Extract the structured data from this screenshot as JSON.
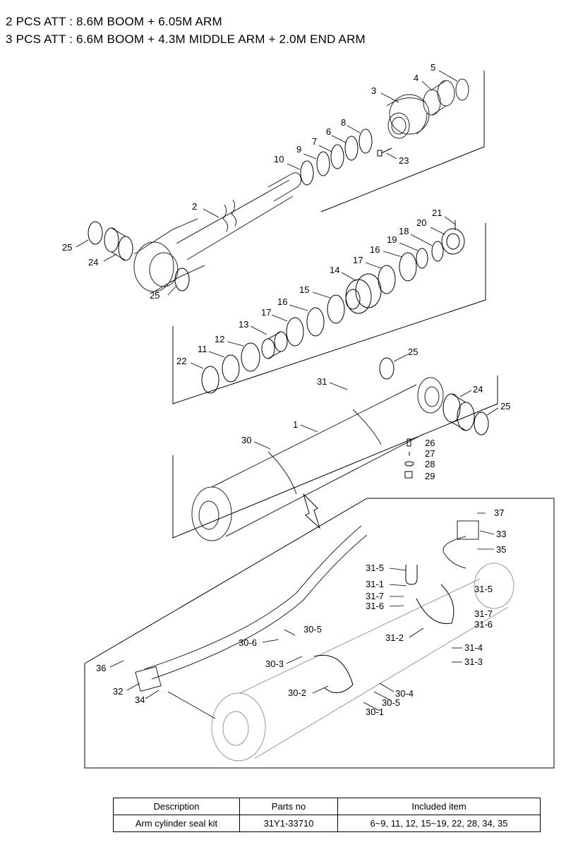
{
  "header": {
    "line1": "2 PCS ATT : 8.6M BOOM + 6.05M ARM",
    "line2": "3 PCS ATT : 6.6M BOOM + 4.3M MIDDLE ARM + 2.0M END ARM"
  },
  "callouts": {
    "c1": "1",
    "c2": "2",
    "c3": "3",
    "c4": "4",
    "c5": "5",
    "c6": "6",
    "c7": "7",
    "c8": "8",
    "c9": "9",
    "c10": "10",
    "c11": "11",
    "c12": "12",
    "c13": "13",
    "c14": "14",
    "c15": "15",
    "c16": "16",
    "c16b": "16",
    "c17": "17",
    "c17b": "17",
    "c18": "18",
    "c19": "19",
    "c20": "20",
    "c21": "21",
    "c22": "22",
    "c23": "23",
    "c24": "24",
    "c24b": "24",
    "c25": "25",
    "c25b": "25",
    "c25c": "25",
    "c25d": "25",
    "c26": "26",
    "c27": "27",
    "c28": "28",
    "c29": "29",
    "c30": "30",
    "c31": "31",
    "c32": "32",
    "c33": "33",
    "c34": "34",
    "c35": "35",
    "c36": "36",
    "c37": "37",
    "c30_1": "30-1",
    "c30_2": "30-2",
    "c30_3": "30-3",
    "c30_4": "30-4",
    "c30_5": "30-5",
    "c30_5b": "30-5",
    "c30_6": "30-6",
    "c31_1": "31-1",
    "c31_2": "31-2",
    "c31_3": "31-3",
    "c31_4": "31-4",
    "c31_5": "31-5",
    "c31_5b": "31-5",
    "c31_6": "31-6",
    "c31_6b": "31-6",
    "c31_7": "31-7",
    "c31_7b": "31-7"
  },
  "table": {
    "headers": [
      "Description",
      "Parts no",
      "Included item"
    ],
    "rows": [
      [
        "Arm cylinder seal kit",
        "31Y1-33710",
        "6~9, 11, 12, 15~19, 22, 28, 34, 35"
      ]
    ]
  }
}
